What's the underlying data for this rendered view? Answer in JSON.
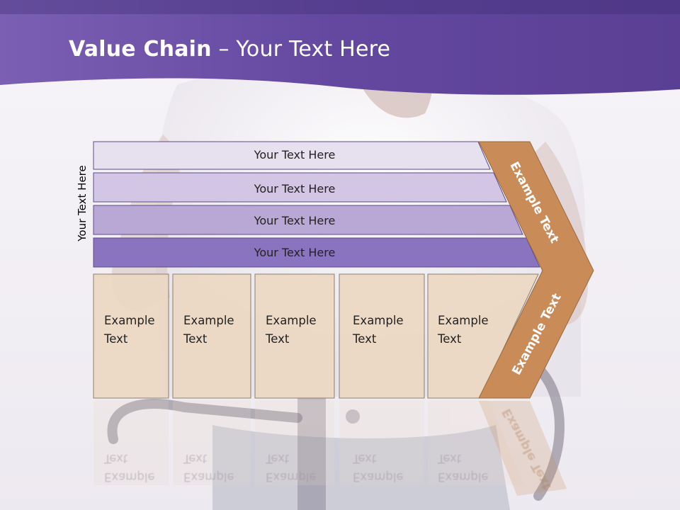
{
  "slide": {
    "title_bold": "Value Chain",
    "title_rest": " – Your Text Here",
    "side_label": "Your Text Here"
  },
  "support_bars": [
    {
      "label": "Your Text Here",
      "color": "#e6e0ef"
    },
    {
      "label": "Your Text Here",
      "color": "#d3c6e4"
    },
    {
      "label": "Your Text Here",
      "color": "#b9a8d6"
    },
    {
      "label": "Your Text Here",
      "color": "#8b74bf"
    }
  ],
  "primary_cells": [
    {
      "text": "Example\nText"
    },
    {
      "text": "Example\nText"
    },
    {
      "text": "Example\nText"
    },
    {
      "text": "Example\nText"
    },
    {
      "text": "Example\nText"
    }
  ],
  "chevron": {
    "upper_text": "Example Text",
    "lower_text": "Example Text",
    "color": "#c98c58"
  },
  "colors": {
    "header": "#6a4fa3",
    "cell_fill": "#ecd9c4",
    "cell_border": "#8a7a6a"
  }
}
